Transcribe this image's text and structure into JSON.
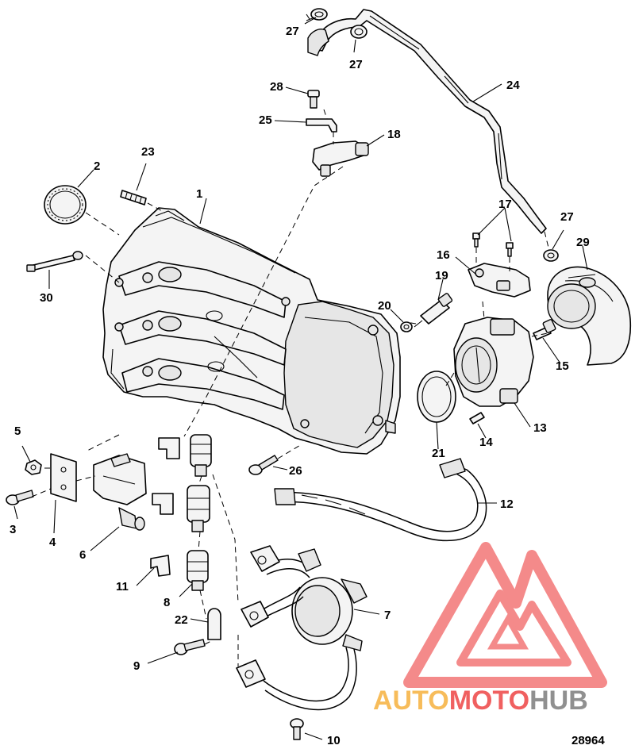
{
  "drawing_number": "28964",
  "callouts": {
    "c1": "1",
    "c2": "2",
    "c3": "3",
    "c4": "4",
    "c5": "5",
    "c6": "6",
    "c7": "7",
    "c8": "8",
    "c9": "9",
    "c10": "10",
    "c11": "11",
    "c12": "12",
    "c13": "13",
    "c14": "14",
    "c15": "15",
    "c16": "16",
    "c17": "17",
    "c18": "18",
    "c19": "19",
    "c20": "20",
    "c21": "21",
    "c22": "22",
    "c23": "23",
    "c24": "24",
    "c25": "25",
    "c26": "26",
    "c27a": "27",
    "c27b": "27",
    "c27c": "27",
    "c28": "28",
    "c29": "29",
    "c30": "30"
  },
  "watermark": {
    "part1": "AUTO",
    "part2": "MOTO",
    "part3": "HUB",
    "color_orange": "#f5a623",
    "color_red": "#ec2b2b",
    "color_gray": "#6b6b6b"
  }
}
